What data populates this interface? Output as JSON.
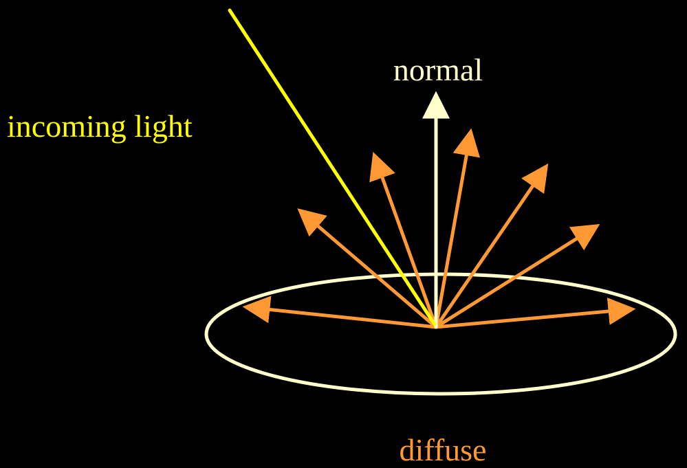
{
  "labels": {
    "normal": "normal",
    "incoming_light": "incoming light",
    "diffuse": "diffuse"
  },
  "colors": {
    "background": "#000000",
    "normal": "#FFFFCC",
    "incoming_light": "#FFFF00",
    "diffuse": "#FF9933",
    "surface_ellipse": "#FFFFCC"
  }
}
